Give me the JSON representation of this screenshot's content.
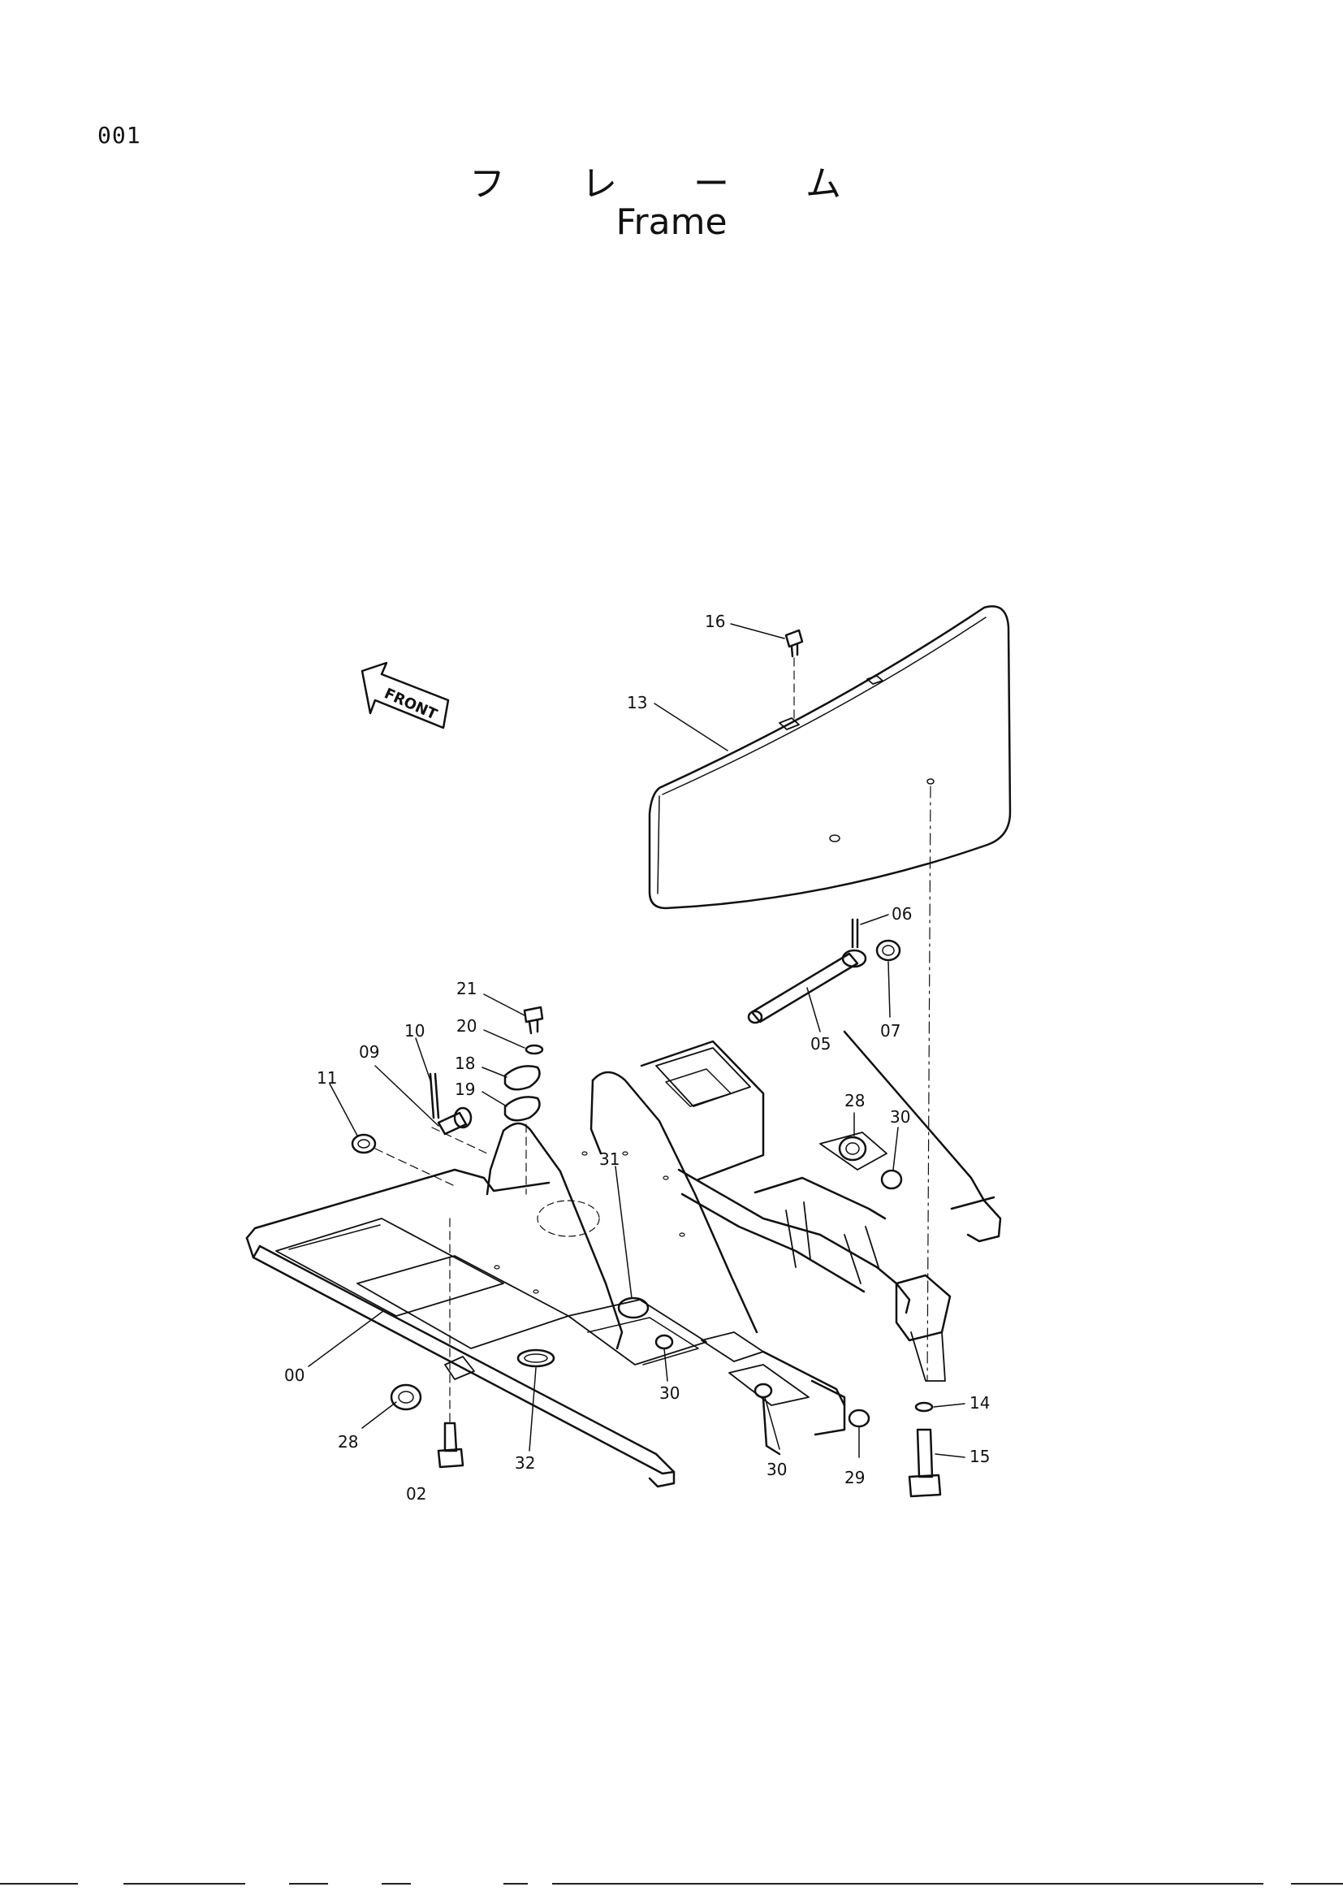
{
  "page": {
    "number": "001"
  },
  "title": {
    "japanese": "フ レ ー ム",
    "english": "Frame"
  },
  "direction_marker": "FRONT",
  "callouts": [
    {
      "id": "16",
      "text": "16"
    },
    {
      "id": "13",
      "text": "13"
    },
    {
      "id": "06",
      "text": "06"
    },
    {
      "id": "07",
      "text": "07"
    },
    {
      "id": "05",
      "text": "05"
    },
    {
      "id": "21",
      "text": "21"
    },
    {
      "id": "20",
      "text": "20"
    },
    {
      "id": "10",
      "text": "10"
    },
    {
      "id": "18",
      "text": "18"
    },
    {
      "id": "09",
      "text": "09"
    },
    {
      "id": "19",
      "text": "19"
    },
    {
      "id": "11",
      "text": "11"
    },
    {
      "id": "28a",
      "text": "28"
    },
    {
      "id": "30a",
      "text": "30"
    },
    {
      "id": "31",
      "text": "31"
    },
    {
      "id": "00",
      "text": "00"
    },
    {
      "id": "30b",
      "text": "30"
    },
    {
      "id": "14",
      "text": "14"
    },
    {
      "id": "28b",
      "text": "28"
    },
    {
      "id": "32",
      "text": "32"
    },
    {
      "id": "30c",
      "text": "30"
    },
    {
      "id": "29",
      "text": "29"
    },
    {
      "id": "15",
      "text": "15"
    },
    {
      "id": "02",
      "text": "02"
    }
  ]
}
